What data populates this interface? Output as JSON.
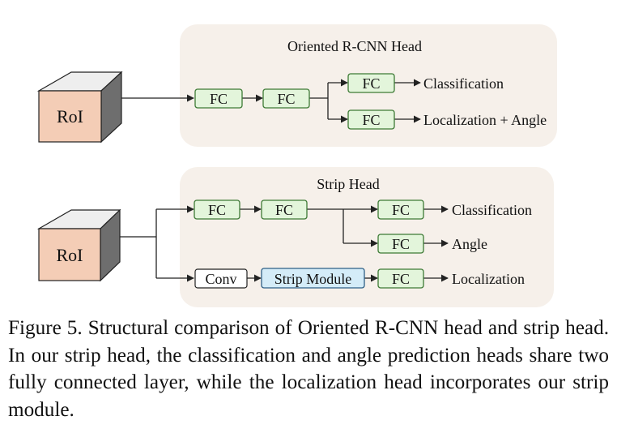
{
  "colors": {
    "panel_bg": "#f6f0ea",
    "roi_front": "#f4cdb6",
    "roi_top": "#eeeeee",
    "roi_side": "#6e6e6e",
    "fc_fill": "#e3f5db",
    "fc_stroke": "#3d7a35",
    "strip_module_fill": "#d4ecf8",
    "strip_module_stroke": "#2e5f86",
    "conv_fill": "#ffffff",
    "line": "#222222"
  },
  "top_panel": {
    "title": "Oriented R-CNN Head",
    "roi_label": "RoI",
    "fc1": "FC",
    "fc2": "FC",
    "fc_cls": "FC",
    "fc_loc": "FC",
    "out_cls": "Classification",
    "out_loc": "Localization + Angle"
  },
  "bottom_panel": {
    "title": "Strip Head",
    "roi_label": "RoI",
    "fc1": "FC",
    "fc2": "FC",
    "fc_cls": "FC",
    "fc_angle": "FC",
    "conv": "Conv",
    "strip_module": "Strip Module",
    "fc_loc": "FC",
    "out_cls": "Classification",
    "out_angle": "Angle",
    "out_loc": "Localization"
  },
  "caption": "Figure 5.  Structural comparison of Oriented R-CNN head and strip head. In our strip head, the classification and angle prediction heads share two fully connected layer, while the localization head incorporates our strip module."
}
